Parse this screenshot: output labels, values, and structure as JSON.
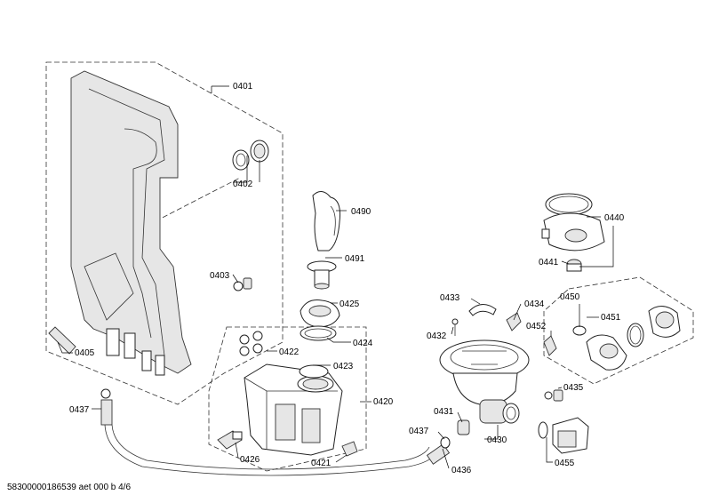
{
  "document": {
    "footer": "58300000186539 aet 000 b 4/6"
  },
  "parts": {
    "p0401": "0401",
    "p0402": "0402",
    "p0403": "0403",
    "p0405": "0405",
    "p0437a": "0437",
    "p0490": "0490",
    "p0491": "0491",
    "p0425": "0425",
    "p0424": "0424",
    "p0422": "0422",
    "p0423": "0423",
    "p0420": "0420",
    "p0426": "0426",
    "p0421": "0421",
    "p0433": "0433",
    "p0434": "0434",
    "p0432": "0432",
    "p0452": "0452",
    "p0431": "0431",
    "p0430": "0430",
    "p0437b": "0437",
    "p0436": "0436",
    "p0440": "0440",
    "p0441": "0441",
    "p0450": "0450",
    "p0451": "0451",
    "p0435": "0435",
    "p0455": "0455"
  }
}
